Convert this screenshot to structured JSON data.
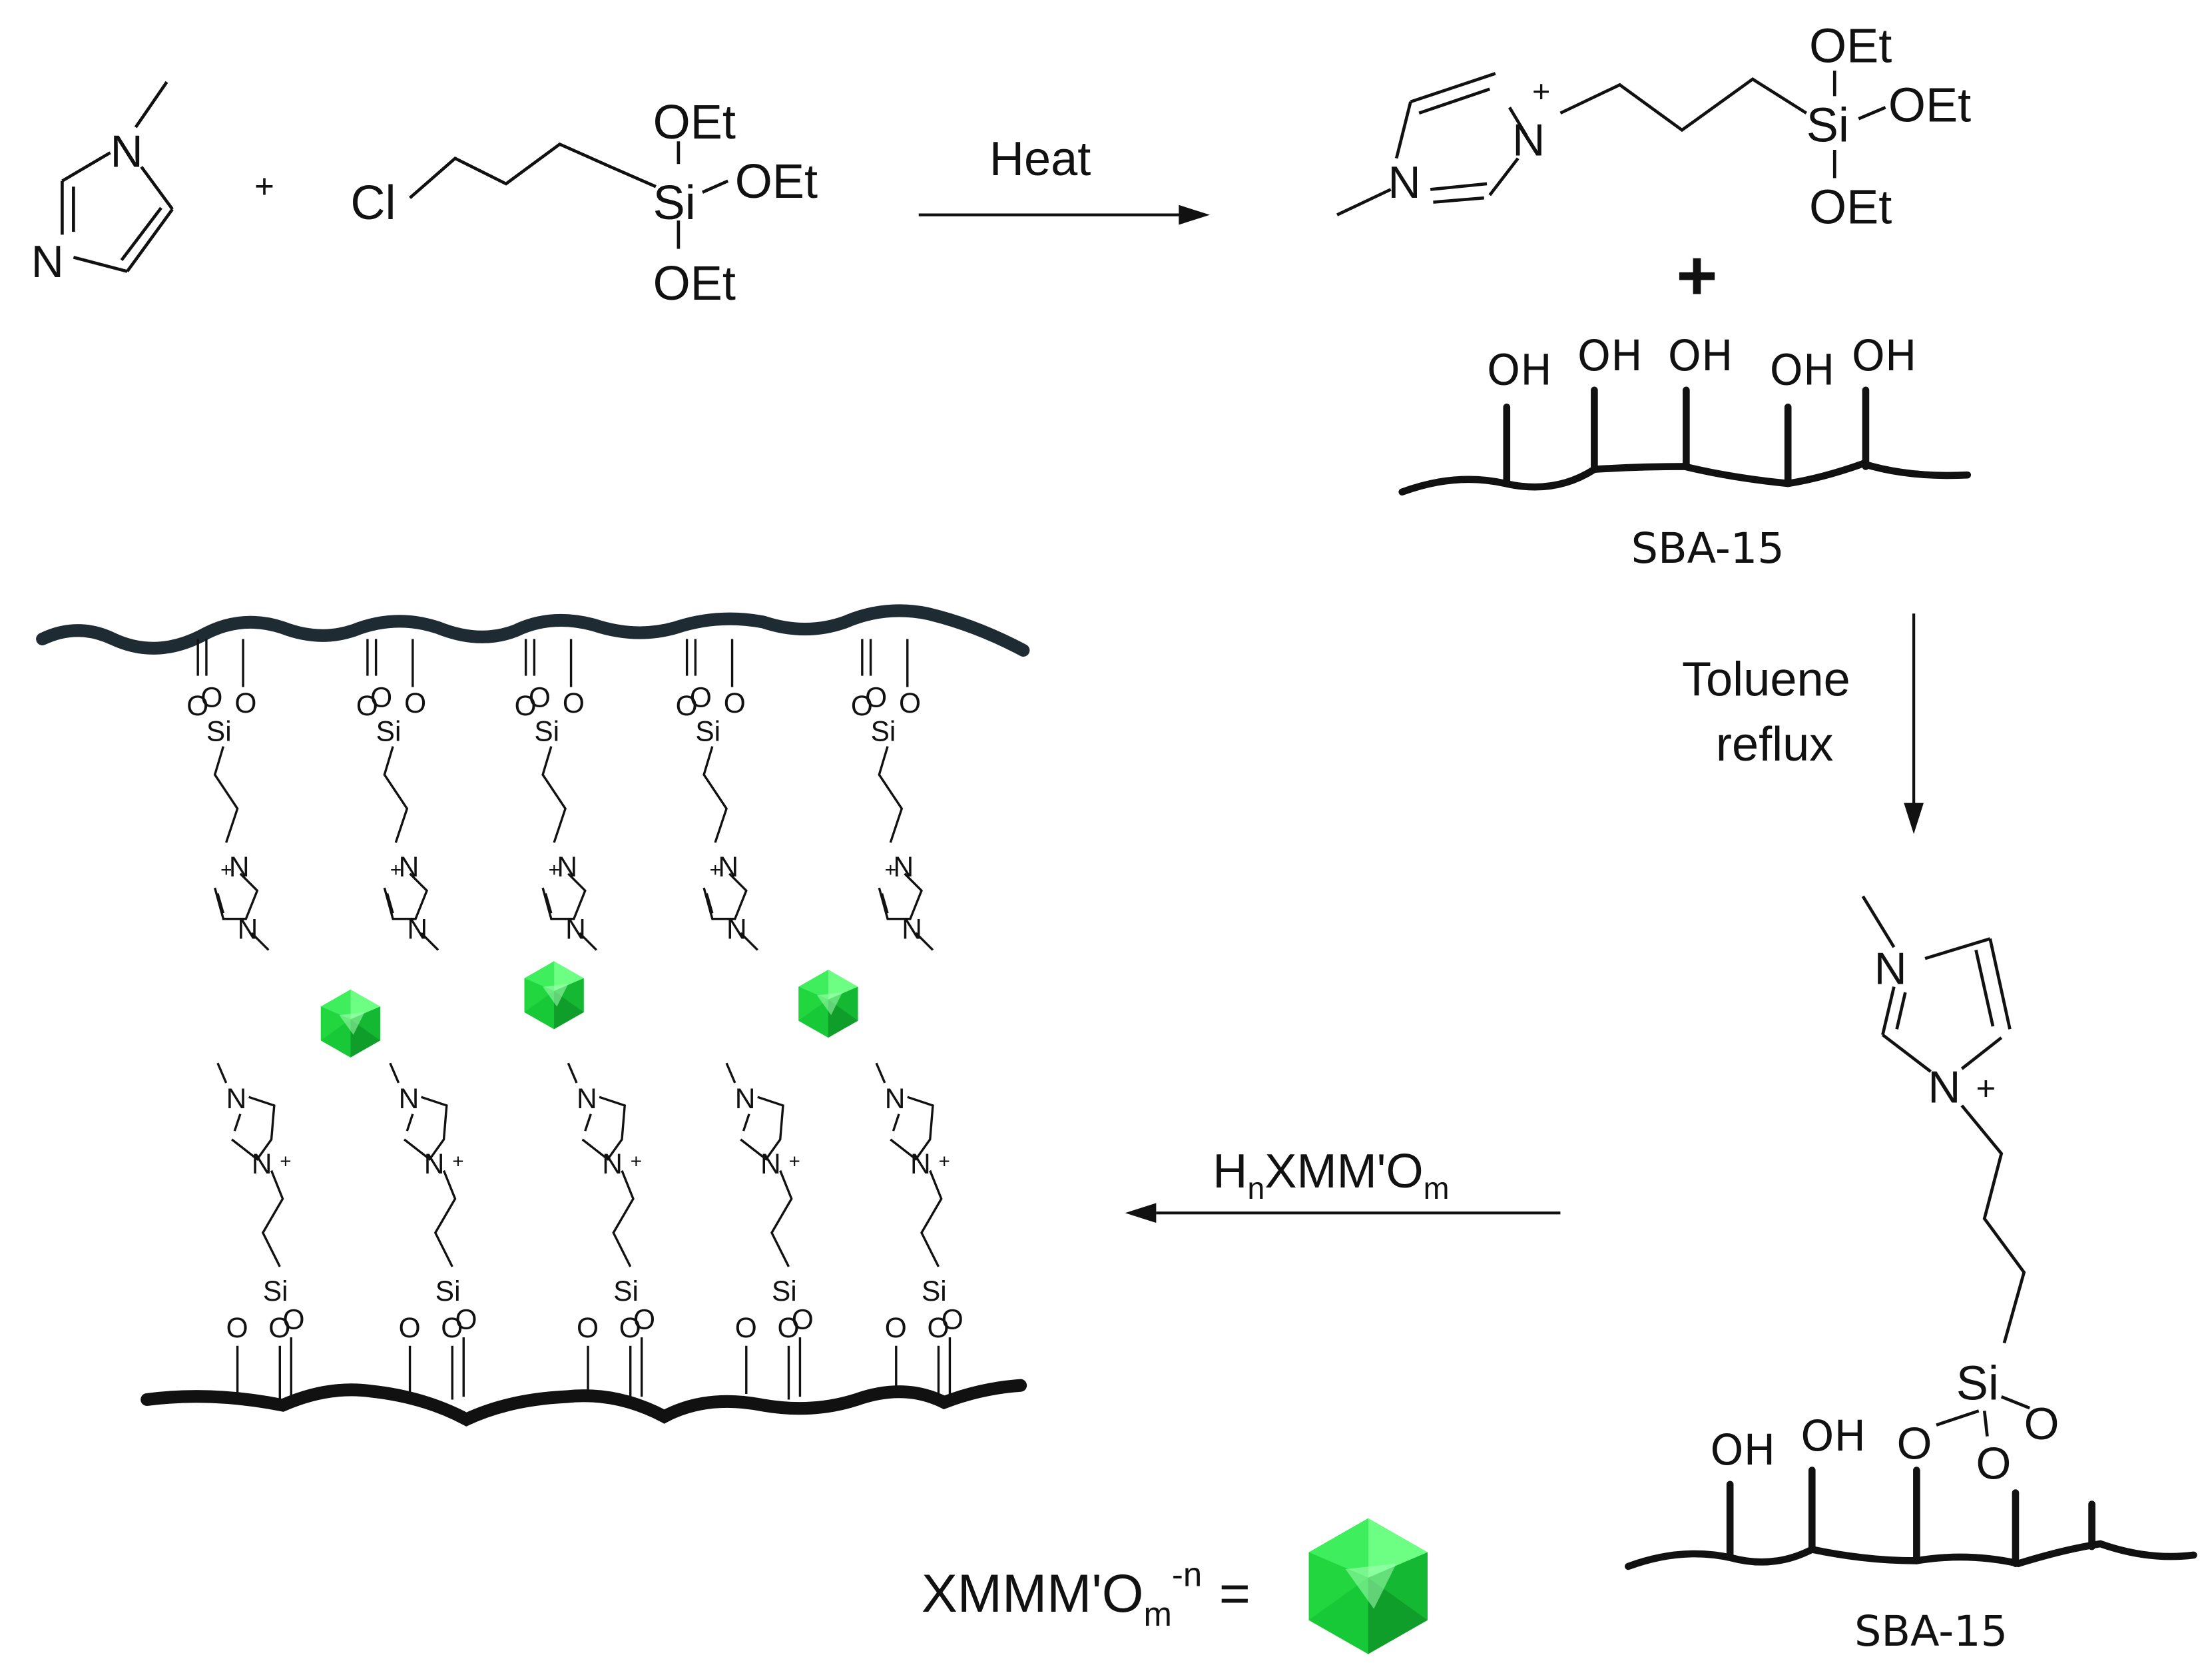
{
  "atoms": {
    "N": "N",
    "Cl": "Cl",
    "Si": "Si",
    "O": "O",
    "OEt": "OEt",
    "OH": "OH",
    "plus_charge": "+"
  },
  "reaction": {
    "plus_small": "+",
    "plus_large": "+",
    "step1_condition": "Heat",
    "step2_condition_line1": "Toluene",
    "step2_condition_line2": "reflux",
    "step3_reagent": {
      "main": "H",
      "sub1": "n",
      "mid": "XMM'O",
      "sub2": "m"
    }
  },
  "support_label": "SBA-15",
  "legend": {
    "main": "XMMM'O",
    "sub": "m",
    "sup": "-n",
    "equals": "="
  },
  "colors": {
    "pom_green": "#22dd44",
    "ink": "#111111",
    "wall": "#1e2b33"
  }
}
